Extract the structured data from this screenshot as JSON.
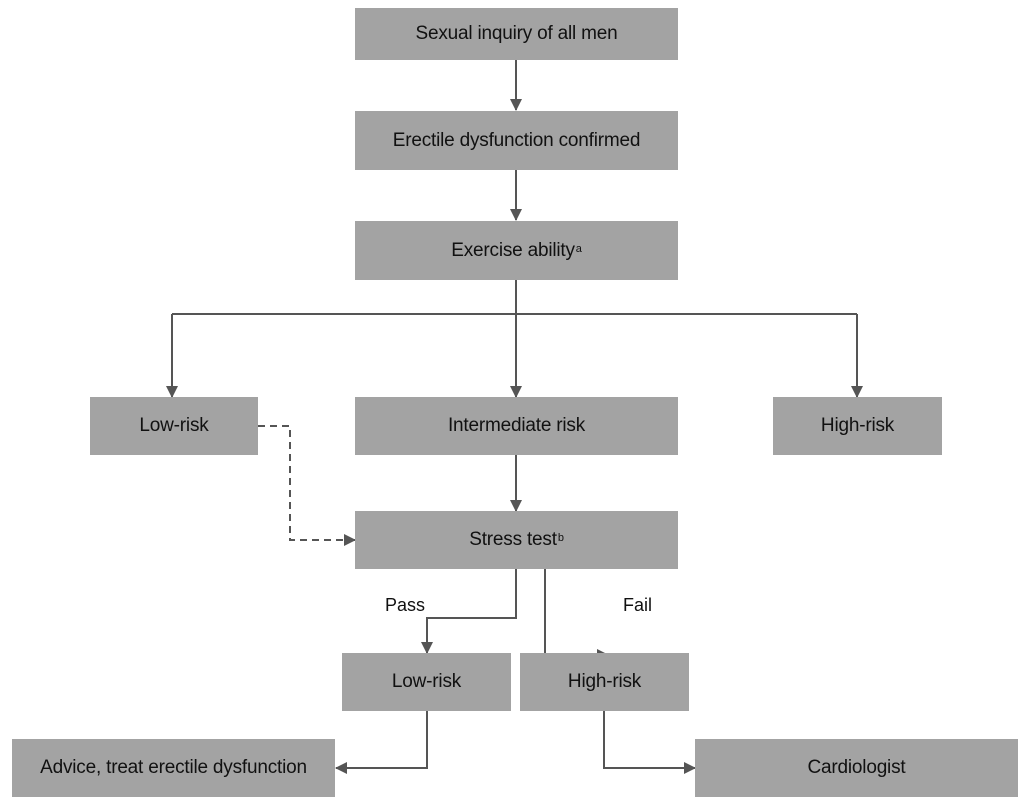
{
  "nodes": {
    "inquiry": "Sexual inquiry of all men",
    "confirmed": "Erectile dysfunction confirmed",
    "exercise": "Exercise ability",
    "exercise_note": "a",
    "low_risk": "Low-risk",
    "intermediate_risk": "Intermediate risk",
    "high_risk": "High-risk",
    "stress_test": "Stress test",
    "stress_test_note": "b",
    "low_risk_after": "Low-risk",
    "high_risk_after": "High-risk",
    "advice": "Advice, treat erectile dysfunction",
    "cardiologist": "Cardiologist"
  },
  "edges": {
    "pass": "Pass",
    "fail": "Fail"
  },
  "colors": {
    "box": "#a3a3a3",
    "line": "#555555"
  }
}
